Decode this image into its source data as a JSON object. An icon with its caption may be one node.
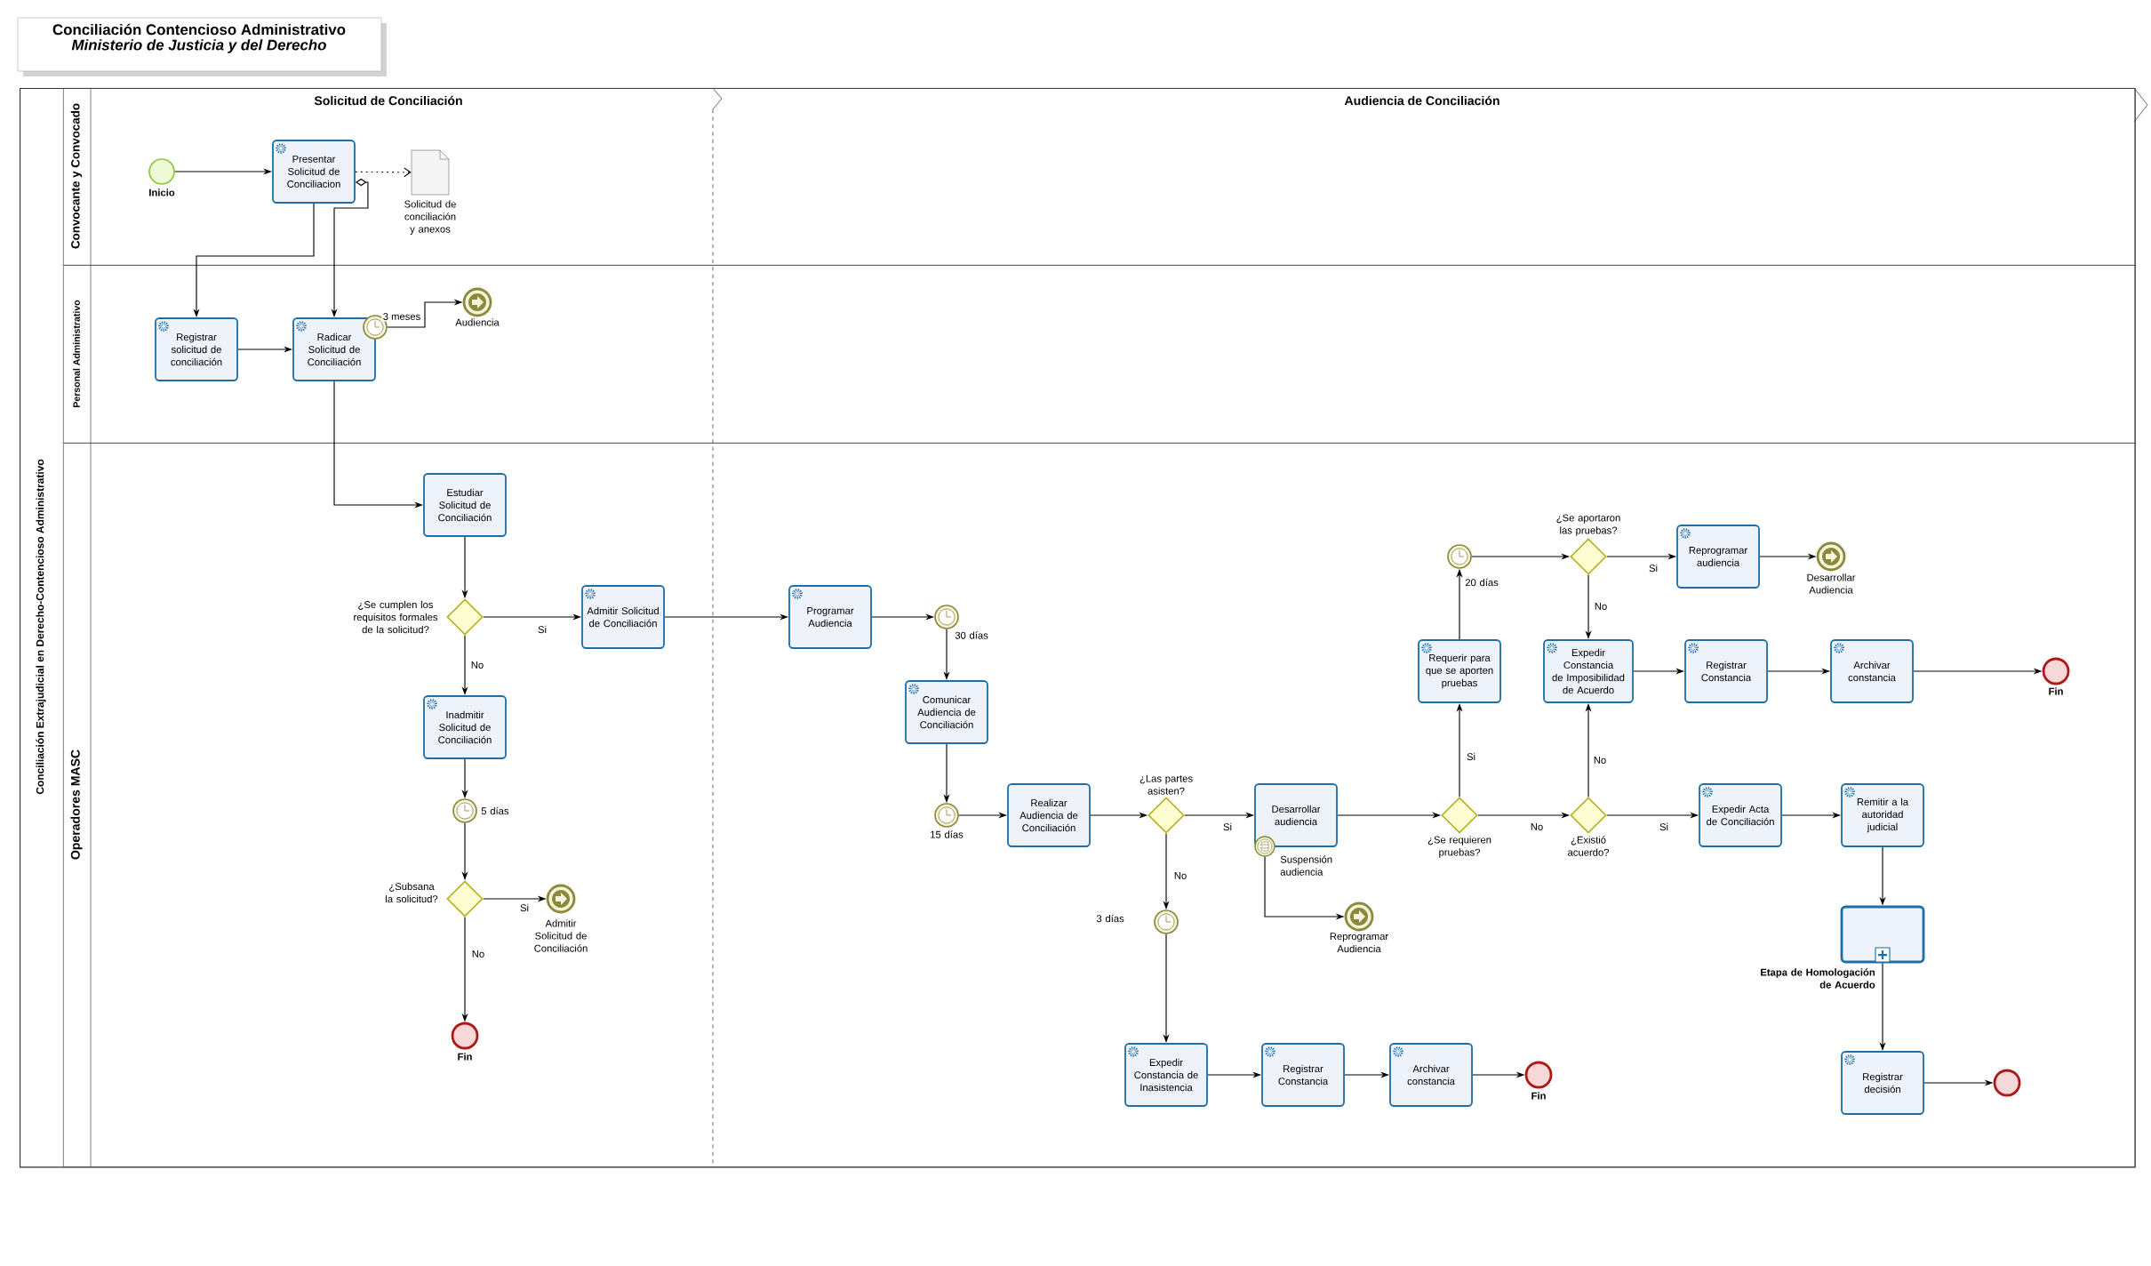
{
  "diagram": {
    "title": "Conciliación Contencioso Administrativo",
    "labels": [
      "Ministerio de Justicia y del Derecho"
    ],
    "nodes": [
      {
        "text": [
          "Conciliación Extrajudicial en Derecho-Contencioso Administrativo"
        ]
      },
      {
        "text": [
          "Convocante y Convocado"
        ],
        "in": 0
      },
      {
        "text": [
          "Personal Administrativo"
        ],
        "in": 0
      },
      {
        "text": [
          "Operadores MASC"
        ],
        "in": 0
      },
      {
        "text": [
          "Solicitud de Conciliación"
        ],
        "in": 1
      },
      {
        "text": [
          "Audiencia de Conciliación"
        ],
        "in": 1
      },
      {
        "text": [],
        "shape": "circle",
        "beside": [
          "Inicio"
        ],
        "in": 1
      },
      {
        "text": [
          "Presentar Solicitud de Conciliacion"
        ],
        "in": 1
      },
      {
        "text": [],
        "shape": "document",
        "beside": [
          "Solicitud de conciliación y anexos"
        ],
        "in": 1
      },
      {
        "text": [
          "Registrar solicitud de conciliación"
        ],
        "in": 2
      },
      {
        "text": [
          "Radicar Solicitud de Conciliación"
        ],
        "in": 2
      },
      {
        "text": [],
        "shape": "circle",
        "in": 2
      },
      {
        "text": [],
        "shape": "circle",
        "beside": [
          "Audiencia"
        ],
        "in": 2
      },
      {
        "text": [
          "Estudiar Solicitud de Conciliación"
        ],
        "in": 3
      },
      {
        "text": [],
        "shape": "diamond",
        "beside": [
          "¿Se cumplen los requisitos formales de la solicitud?"
        ],
        "in": 3
      },
      {
        "text": [
          "Admitir Solicitud de Conciliación"
        ],
        "in": 3
      },
      {
        "text": [
          "Inadmitir Solicitud de Conciliación"
        ],
        "in": 3
      },
      {
        "text": [],
        "shape": "circle",
        "beside": [
          "5 días"
        ],
        "in": 3
      },
      {
        "text": [],
        "shape": "diamond",
        "beside": [
          "¿Subsana la solicitud?"
        ],
        "in": 3
      },
      {
        "text": [],
        "shape": "circle",
        "beside": [
          "Admitir Solicitud de Conciliación"
        ],
        "in": 3
      },
      {
        "text": [],
        "shape": "circle",
        "beside": [
          "Fin"
        ],
        "in": 3
      },
      {
        "text": [
          "Programar Audiencia"
        ],
        "in": 3
      },
      {
        "text": [],
        "shape": "circle",
        "beside": [
          "30 días"
        ],
        "in": 3
      },
      {
        "text": [
          "Comunicar Audiencia de Conciliación"
        ],
        "in": 3
      },
      {
        "text": [],
        "shape": "circle",
        "beside": [
          "15 días"
        ],
        "in": 3
      },
      {
        "text": [
          "Realizar Audiencia de Conciliación"
        ],
        "in": 3
      },
      {
        "text": [],
        "shape": "diamond",
        "beside": [
          "¿Las partes asisten?"
        ],
        "in": 3
      },
      {
        "text": [
          "Desarrollar audiencia"
        ],
        "in": 3
      },
      {
        "text": [],
        "shape": "circle",
        "beside": [
          "Suspensión audiencia"
        ],
        "in": 3
      },
      {
        "text": [],
        "shape": "circle",
        "beside": [
          "Reprogramar Audiencia"
        ],
        "in": 3
      },
      {
        "text": [],
        "shape": "circle",
        "beside": [
          "3 días"
        ],
        "in": 3
      },
      {
        "text": [
          "Expedir Constancia de Inasistencia"
        ],
        "in": 3
      },
      {
        "text": [
          "Registrar Constancia"
        ],
        "in": 3
      },
      {
        "text": [
          "Archivar constancia"
        ],
        "in": 3
      },
      {
        "text": [],
        "shape": "circle",
        "beside": [
          "Fin"
        ],
        "in": 3
      },
      {
        "text": [],
        "shape": "diamond",
        "beside": [
          "¿Se requieren pruebas?"
        ],
        "in": 3
      },
      {
        "text": [
          "Requerir para que se aporten pruebas"
        ],
        "in": 3
      },
      {
        "text": [],
        "shape": "circle",
        "beside": [
          "20 días"
        ],
        "in": 3
      },
      {
        "text": [],
        "shape": "diamond",
        "beside": [
          "¿Se aportaron las pruebas?"
        ],
        "in": 3
      },
      {
        "text": [
          "Reprogramar audiencia"
        ],
        "in": 3
      },
      {
        "text": [],
        "shape": "circle",
        "beside": [
          "Desarrollar Audiencia"
        ],
        "in": 3
      },
      {
        "text": [
          "Expedir Constancia de Imposibilidad de Acuerdo"
        ],
        "in": 3
      },
      {
        "text": [
          "Registrar Constancia"
        ],
        "in": 3
      },
      {
        "text": [
          "Archivar constancia"
        ],
        "in": 3
      },
      {
        "text": [],
        "shape": "circle",
        "beside": [
          "Fin"
        ],
        "in": 3
      },
      {
        "text": [],
        "shape": "diamond",
        "beside": [
          "¿Existió acuerdo?"
        ],
        "in": 3
      },
      {
        "text": [
          "Expedir Acta de Conciliación"
        ],
        "in": 3
      },
      {
        "text": [
          "Remitir a la autoridad judicial"
        ],
        "in": 3
      },
      {
        "text": [
          "Etapa de Homologación de Acuerdo"
        ],
        "in": 3
      },
      {
        "text": [
          "Registrar decisión"
        ],
        "in": 3
      },
      {
        "text": [],
        "shape": "circle",
        "in": 3
      }
    ],
    "edges": [
      {
        "from": 6,
        "to": 7,
        "arrow": "to"
      },
      {
        "from": 7,
        "to": 8,
        "arrow": "to",
        "style": "dashed"
      },
      {
        "from": 7,
        "to": 9,
        "arrow": "to"
      },
      {
        "from": 7,
        "to": 10,
        "arrow": "to"
      },
      {
        "from": 9,
        "to": 10,
        "arrow": "to"
      },
      {
        "from": 11,
        "to": 12,
        "arrow": "to",
        "label": "3 meses"
      },
      {
        "from": 10,
        "to": 13,
        "arrow": "to"
      },
      {
        "from": 13,
        "to": 14,
        "arrow": "to"
      },
      {
        "from": 14,
        "to": 15,
        "arrow": "to",
        "label": "Si"
      },
      {
        "from": 14,
        "to": 16,
        "arrow": "to",
        "label": "No"
      },
      {
        "from": 16,
        "to": 17,
        "arrow": "to"
      },
      {
        "from": 17,
        "to": 18,
        "arrow": "to"
      },
      {
        "from": 18,
        "to": 19,
        "arrow": "to",
        "label": "Si"
      },
      {
        "from": 18,
        "to": 20,
        "arrow": "to",
        "label": "No"
      },
      {
        "from": 15,
        "to": 21,
        "arrow": "to"
      },
      {
        "from": 21,
        "to": 22,
        "arrow": "to"
      },
      {
        "from": 22,
        "to": 23,
        "arrow": "to"
      },
      {
        "from": 23,
        "to": 24,
        "arrow": "to"
      },
      {
        "from": 24,
        "to": 25,
        "arrow": "to"
      },
      {
        "from": 25,
        "to": 26,
        "arrow": "to"
      },
      {
        "from": 26,
        "to": 27,
        "arrow": "to",
        "label": "Si"
      },
      {
        "from": 26,
        "to": 30,
        "arrow": "to",
        "label": "No"
      },
      {
        "from": 30,
        "to": 31,
        "arrow": "to"
      },
      {
        "from": 31,
        "to": 32,
        "arrow": "to"
      },
      {
        "from": 32,
        "to": 33,
        "arrow": "to"
      },
      {
        "from": 33,
        "to": 34,
        "arrow": "to"
      },
      {
        "from": 28,
        "to": 29,
        "arrow": "to"
      },
      {
        "from": 27,
        "to": 35,
        "arrow": "to"
      },
      {
        "from": 35,
        "to": 36,
        "arrow": "to",
        "label": "Si"
      },
      {
        "from": 35,
        "to": 45,
        "arrow": "to",
        "label": "No"
      },
      {
        "from": 36,
        "to": 37,
        "arrow": "to"
      },
      {
        "from": 37,
        "to": 38,
        "arrow": "to"
      },
      {
        "from": 38,
        "to": 39,
        "arrow": "to",
        "label": "Si"
      },
      {
        "from": 38,
        "to": 41,
        "arrow": "to",
        "label": "No"
      },
      {
        "from": 39,
        "to": 40,
        "arrow": "to"
      },
      {
        "from": 41,
        "to": 42,
        "arrow": "to"
      },
      {
        "from": 42,
        "to": 43,
        "arrow": "to"
      },
      {
        "from": 43,
        "to": 44,
        "arrow": "to"
      },
      {
        "from": 45,
        "to": 41,
        "arrow": "to",
        "label": "No"
      },
      {
        "from": 45,
        "to": 46,
        "arrow": "to",
        "label": "Si"
      },
      {
        "from": 46,
        "to": 47,
        "arrow": "to"
      },
      {
        "from": 47,
        "to": 48,
        "arrow": "to"
      },
      {
        "from": 48,
        "to": 49,
        "arrow": "to"
      },
      {
        "from": 49,
        "to": 50,
        "arrow": "to"
      }
    ]
  }
}
